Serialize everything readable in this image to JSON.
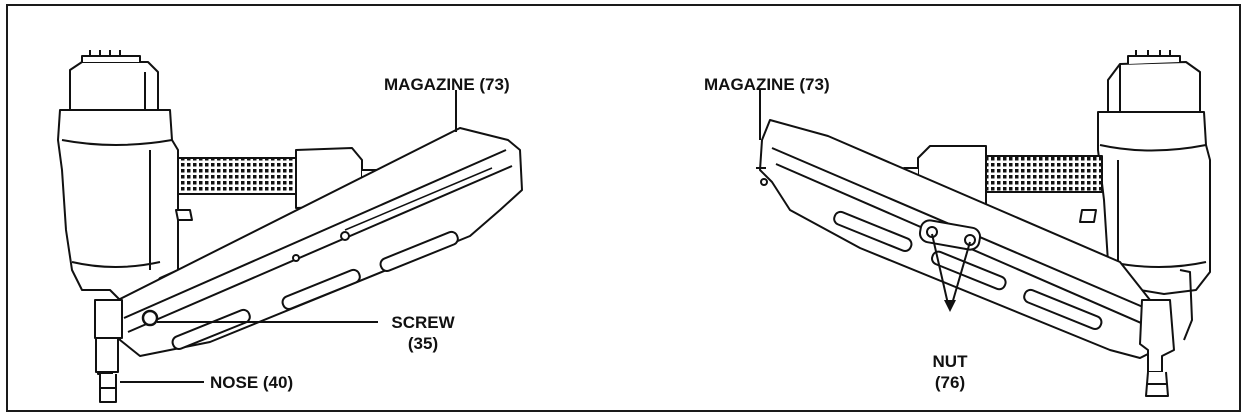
{
  "labels": {
    "left_magazine": "MAGAZINE (73)",
    "screw_line1": "SCREW",
    "screw_line2": "(35)",
    "nose": "NOSE (40)",
    "right_magazine": "MAGAZINE (73)",
    "nut_line1": "NUT",
    "nut_line2": "(76)"
  },
  "colors": {
    "ink": "#111111",
    "frame": "#1a1a1a",
    "paper": "#ffffff"
  }
}
